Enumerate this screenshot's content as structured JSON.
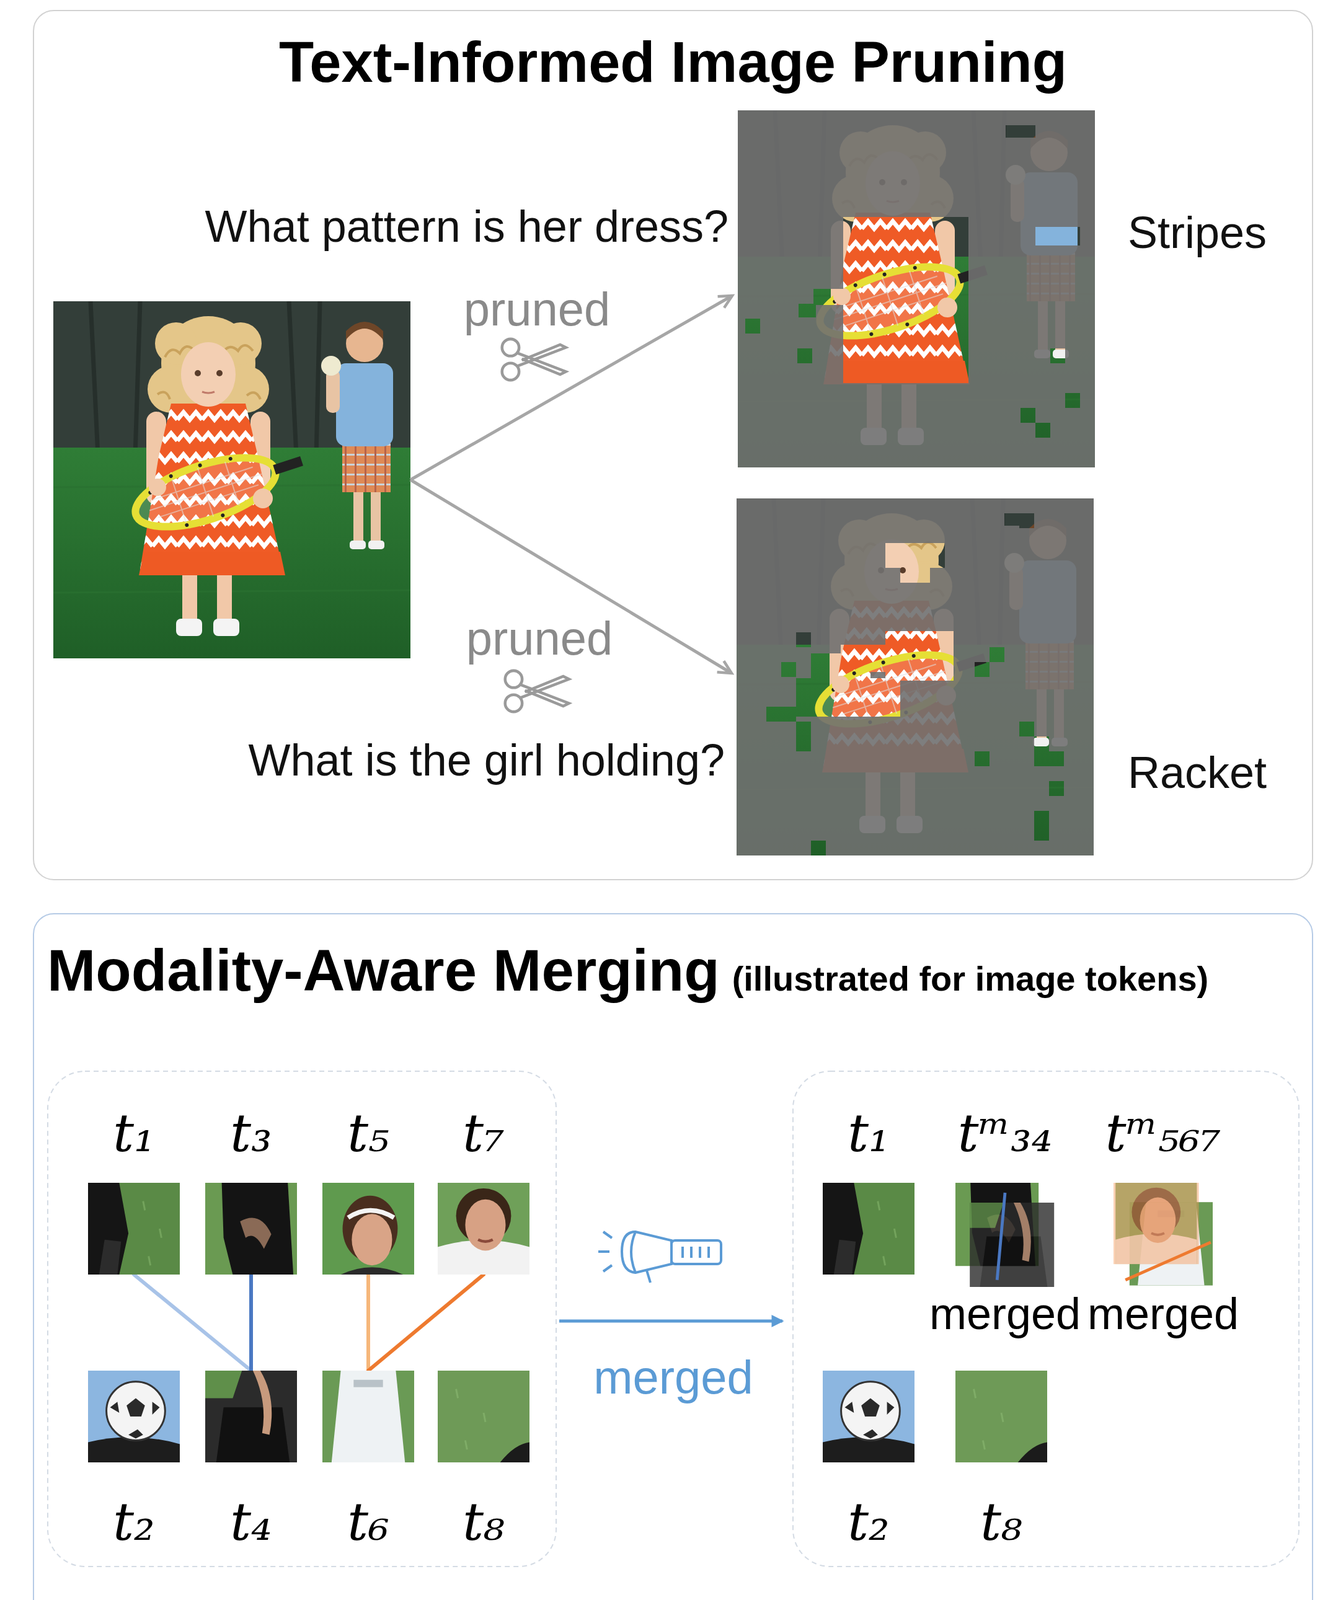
{
  "diagram": {
    "nodes": [
      {
        "text": [
          "Text-Informed Image Pruning"
        ]
      },
      {
        "text": [
          "Modality-Aware Merging",
          "(illustrated for image tokens)"
        ]
      },
      {
        "text": [
          "t₁"
        ],
        "in": 1
      },
      {
        "text": [
          "t₃"
        ],
        "in": 1
      },
      {
        "text": [
          "t₅"
        ],
        "in": 1
      },
      {
        "text": [
          "t₇"
        ],
        "in": 1
      },
      {
        "text": [
          "t₂"
        ],
        "in": 1
      },
      {
        "text": [
          "t₄"
        ],
        "in": 1
      },
      {
        "text": [
          "t₆"
        ],
        "in": 1
      },
      {
        "text": [
          "t₈"
        ],
        "in": 1
      },
      {
        "text": [
          "t₁"
        ],
        "in": 1
      },
      {
        "text": [
          "tᵐ₃₄",
          "merged"
        ],
        "in": 1
      },
      {
        "text": [
          "tᵐ₅₆₇",
          "merged"
        ],
        "in": 1
      },
      {
        "text": [
          "t₂"
        ],
        "in": 1
      },
      {
        "text": [
          "t₈"
        ],
        "in": 1
      }
    ],
    "edges": [
      {
        "from": 2,
        "to": 7,
        "arrow": "none"
      },
      {
        "from": 3,
        "to": 7,
        "arrow": "none"
      },
      {
        "from": 4,
        "to": 8,
        "arrow": "none"
      },
      {
        "from": 5,
        "to": 8,
        "arrow": "none"
      }
    ],
    "labels": [
      "What pattern is her dress?",
      "pruned",
      "Stripes",
      "pruned",
      "What is the girl holding?",
      "Racket",
      "merged"
    ]
  }
}
